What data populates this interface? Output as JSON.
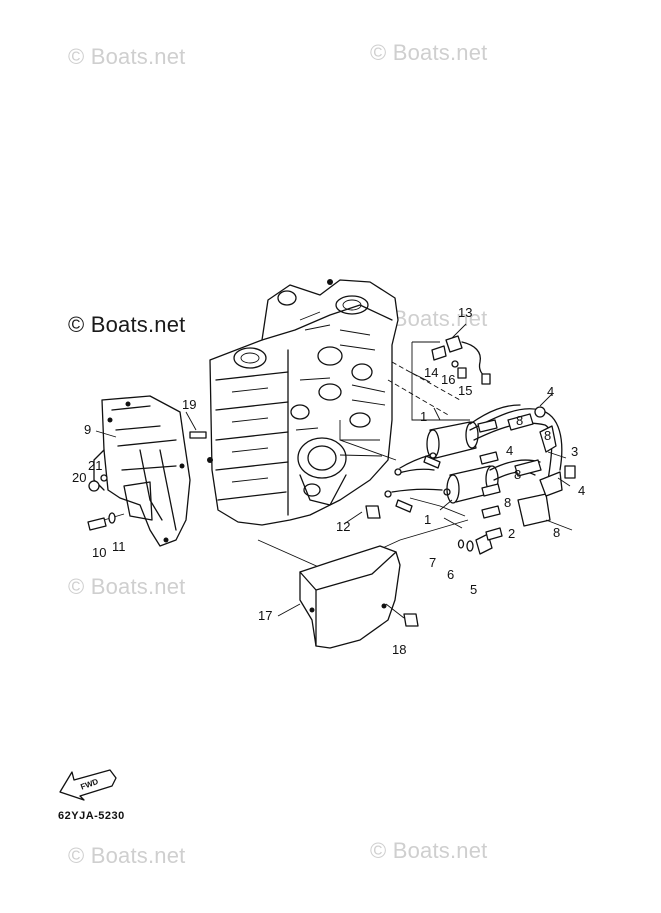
{
  "watermarks": [
    {
      "id": "wm-top-left",
      "text": "© Boats.net"
    },
    {
      "id": "wm-top-right",
      "text": "© Boats.net"
    },
    {
      "id": "wm-mid",
      "text": "© Boats.net"
    },
    {
      "id": "wm-mid-right",
      "text": "© Boats.net"
    },
    {
      "id": "wm-low-left",
      "text": "© Boats.net"
    },
    {
      "id": "wm-bot-left",
      "text": "© Boats.net"
    },
    {
      "id": "wm-bot-right",
      "text": "© Boats.net"
    }
  ],
  "callouts": {
    "c1a": "1",
    "c1b": "1",
    "c2": "2",
    "c3": "3",
    "c4a": "4",
    "c4b": "4",
    "c4c": "4",
    "c5": "5",
    "c6": "6",
    "c7": "7",
    "c8a": "8",
    "c8b": "8",
    "c8c": "8",
    "c8d": "8",
    "c9": "9",
    "c10": "10",
    "c11": "11",
    "c12": "12",
    "c13": "13",
    "c14": "14",
    "c15": "15",
    "c16": "16",
    "c17": "17",
    "c18": "18",
    "c19": "19",
    "c20": "20",
    "c21": "21"
  },
  "fwd_label": "FWD",
  "diagram_code": "62YJA-5230"
}
